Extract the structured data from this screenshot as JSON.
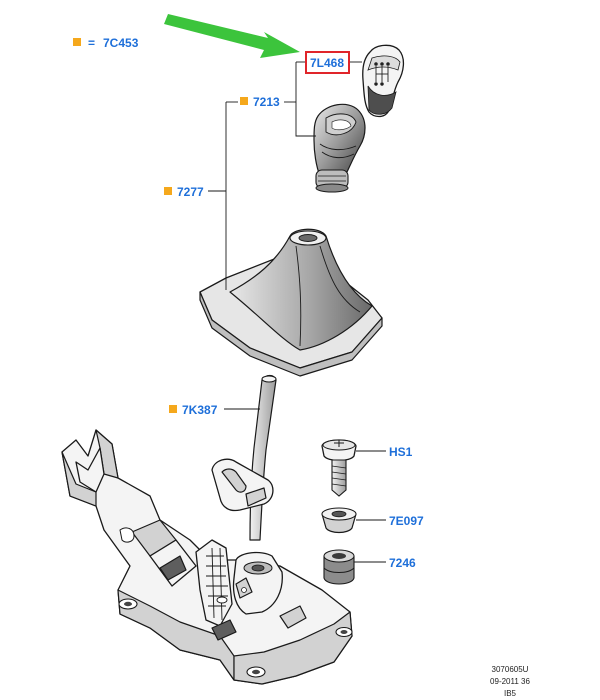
{
  "colors": {
    "label_text": "#1e6fd9",
    "marker": "#f5a81c",
    "highlight_box": "#e0252a",
    "arrow": "#3cc43c",
    "line": "#1a1a1a"
  },
  "legend": {
    "equals": "=",
    "code": "7C453"
  },
  "callouts": {
    "knob_insert": "7L468",
    "knob": "7213",
    "boot": "7277",
    "lever": "7K387",
    "bolt": "HS1",
    "bushing": "7E097",
    "grommet": "7246"
  },
  "footer": {
    "line1": "3070605U",
    "line2": "09-2011 36",
    "line3": "IB5"
  }
}
